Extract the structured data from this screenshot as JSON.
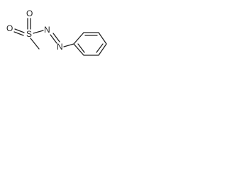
{
  "molecule": {
    "atoms": {
      "oxygen_top": "O",
      "sulfur": "S",
      "oxygen_left": "O",
      "nitrogen_1": "N",
      "nitrogen_2": "N"
    }
  },
  "colors": {
    "ink": "#222222",
    "background": "#ffffff"
  }
}
